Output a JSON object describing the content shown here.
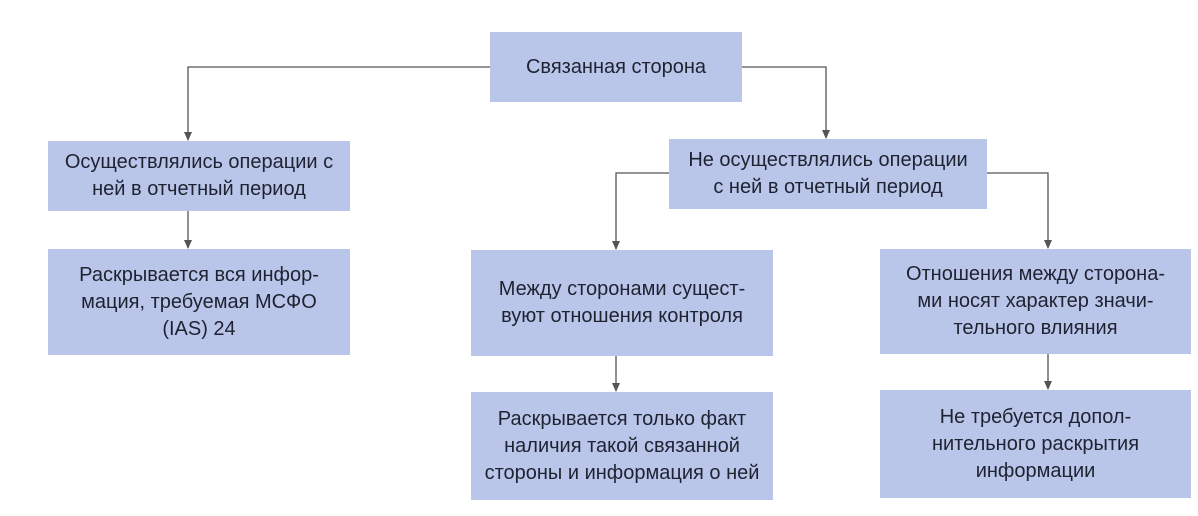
{
  "diagram": {
    "root": "Связанная сторона",
    "transactions_occurred": "Осуществлялись операции с\nней в отчетный период",
    "no_transactions": "Не осуществлялись операции\nс ней в отчетный период",
    "full_disclosure": "Раскрывается вся инфор-\nмация, требуемая МСФО\n(IAS) 24",
    "control_relationship": "Между сторонами сущест-\nвуют отношения контроля",
    "significant_influence": "Отношения между сторона-\nми носят характер значи-\nтельного влияния",
    "fact_only_disclosure": "Раскрывается только факт\nналичия такой связанной\nстороны и информация о ней",
    "no_additional_disclosure": "Не требуется допол-\nнительного раскрытия\nинформации"
  },
  "colors": {
    "box_fill": "#b9c6ea",
    "connector": "#555555",
    "text": "#1f2230"
  }
}
